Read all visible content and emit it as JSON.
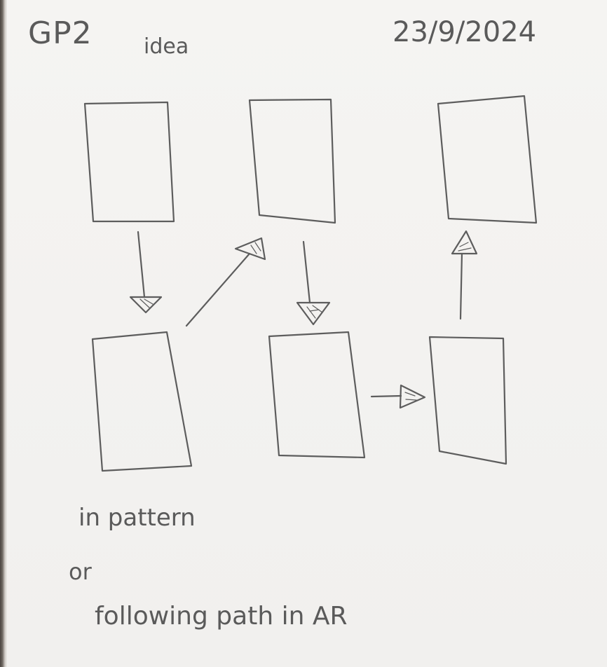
{
  "header": {
    "title": "GP2",
    "subtitle": "idea",
    "date": "23/9/2024"
  },
  "notes": {
    "line1": "in pattern",
    "line2": "or",
    "line3": "following path in AR"
  },
  "colors": {
    "paper": "#f3f2f0",
    "pencil": "#5a5a5a"
  }
}
